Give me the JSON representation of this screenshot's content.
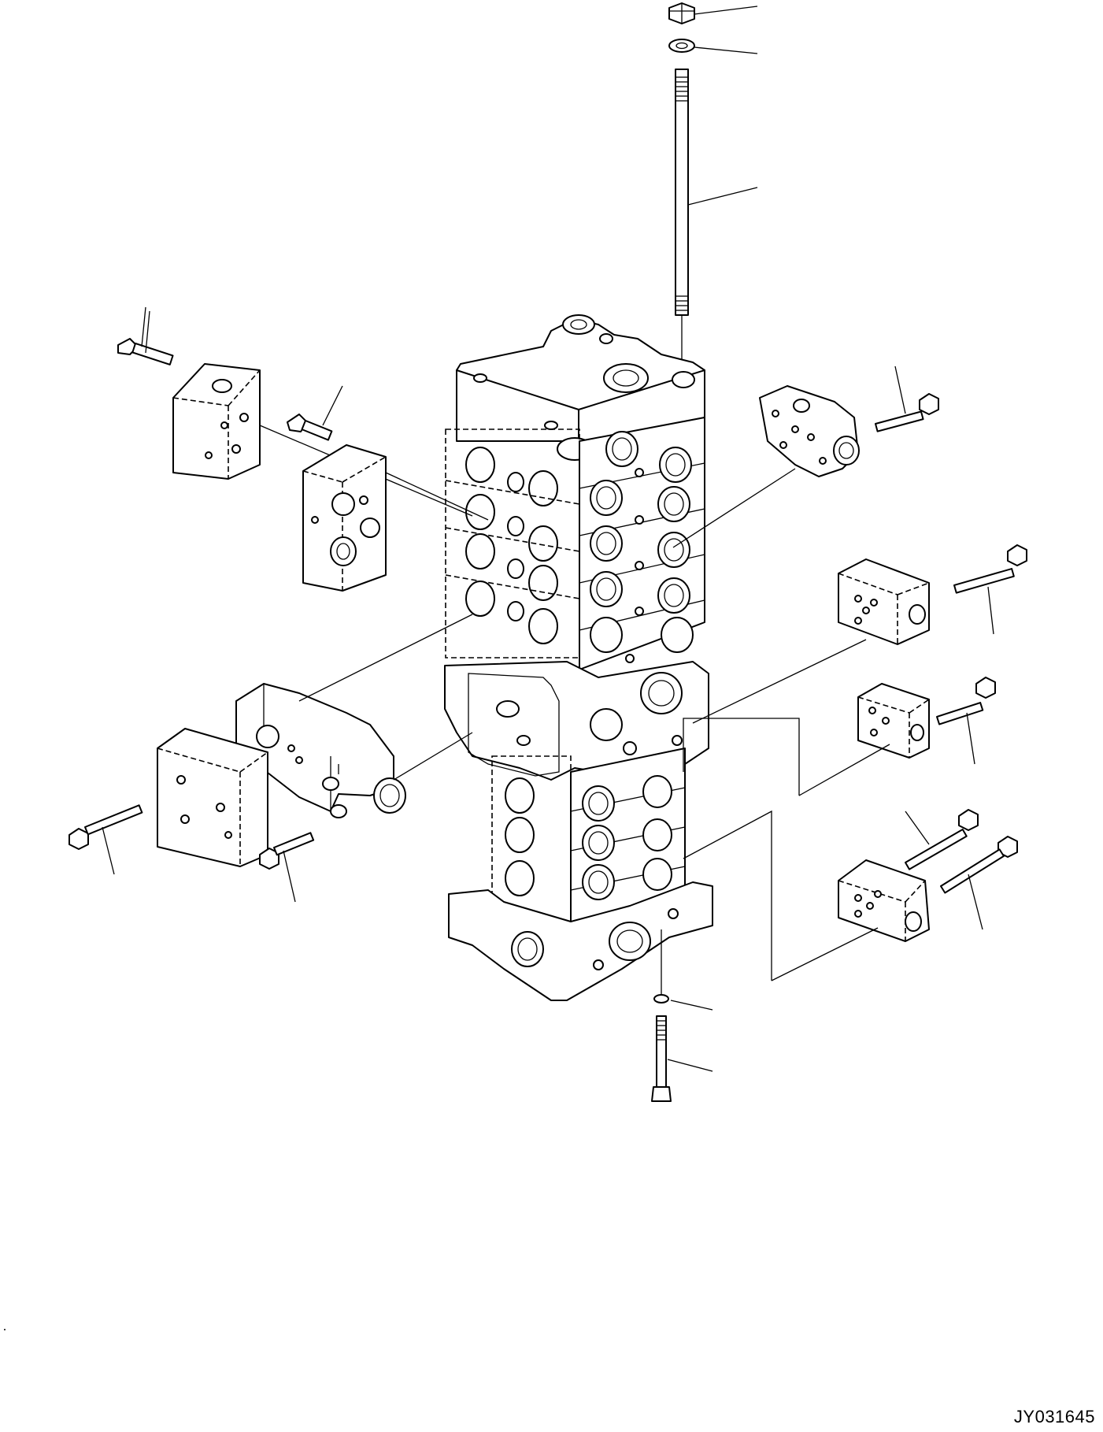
{
  "figure_id": "JY031645",
  "colors": {
    "line": "#000000",
    "background": "#ffffff"
  },
  "parts": [
    {
      "name": "top-nut",
      "icon": "hex-nut-icon"
    },
    {
      "name": "top-washer",
      "icon": "washer-icon"
    },
    {
      "name": "tie-bolt",
      "icon": "threaded-rod-icon"
    },
    {
      "name": "valve-stack-body",
      "icon": "valve-block-icon"
    },
    {
      "name": "bottom-washer",
      "icon": "washer-icon"
    },
    {
      "name": "bottom-bolt",
      "icon": "bolt-icon"
    }
  ]
}
